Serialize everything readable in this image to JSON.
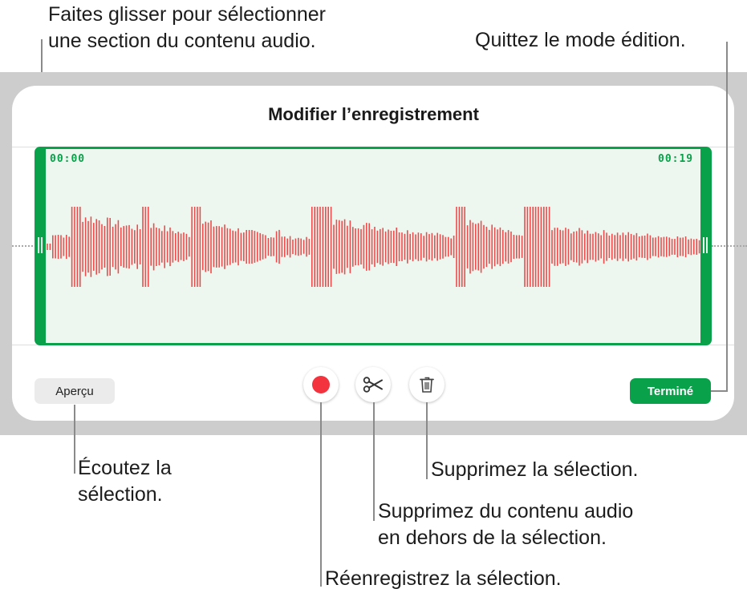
{
  "callouts": {
    "select_section": [
      "Faites glisser pour sélectionner",
      "une section du contenu audio."
    ],
    "exit_edit": "Quittez le mode édition.",
    "listen": [
      "Écoutez la",
      "sélection."
    ],
    "delete_selection": "Supprimez la sélection.",
    "trim": [
      "Supprimez du contenu audio",
      "en dehors de la sélection."
    ],
    "rerecord": "Réenregistrez la sélection."
  },
  "dialog": {
    "title": "Modifier l’enregistrement",
    "selection": {
      "start_time": "00:00",
      "end_time": "00:19"
    },
    "buttons": {
      "preview": "Aperçu",
      "record_icon": "record-icon",
      "trim_icon": "scissors-icon",
      "delete_icon": "trash-icon",
      "done": "Terminé"
    }
  },
  "colors": {
    "accent_green": "#0aa14b",
    "selection_fill": "#edf7ef",
    "waveform_red": "#ee4c4c",
    "record_red": "#f3333d",
    "band_gray": "#cdcdcd"
  }
}
